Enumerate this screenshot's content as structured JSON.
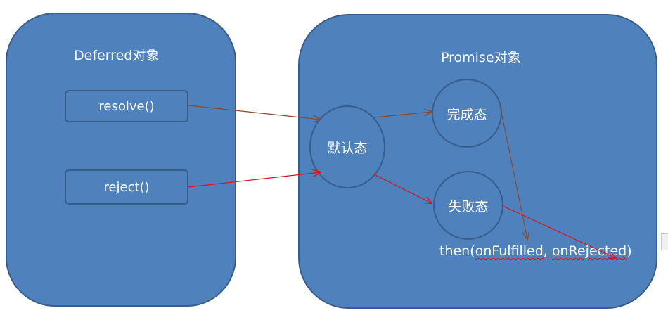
{
  "deferred": {
    "title": "Deferred对象",
    "methods": {
      "resolve": "resolve()",
      "reject": "reject()"
    }
  },
  "promise": {
    "title": "Promise对象",
    "states": {
      "default": "默认态",
      "fulfilled": "完成态",
      "rejected": "失败态"
    },
    "then": {
      "prefix": "then(",
      "arg1": "onFulfilled",
      "sep": ", ",
      "arg2": "onRejected",
      "suffix": ")"
    }
  },
  "colors": {
    "panel_fill": "#4f81bd",
    "panel_border": "#385d8a",
    "resolve_arrow": "#8b4a2b",
    "reject_arrow": "#d9141b",
    "spellcheck_underline": "#ff0000"
  }
}
